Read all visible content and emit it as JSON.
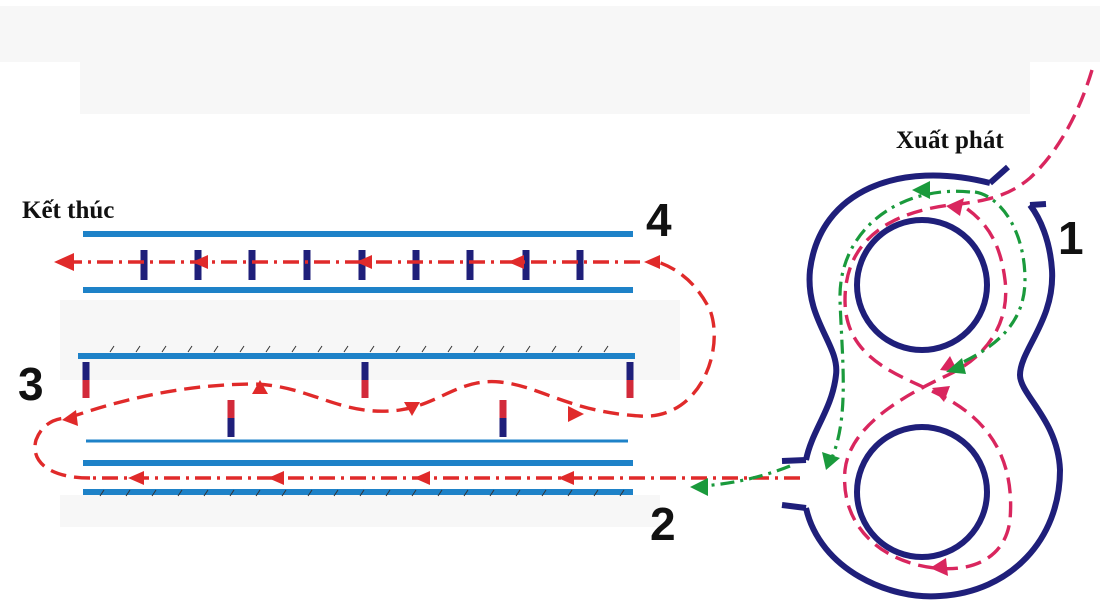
{
  "labels": {
    "start": "Xuất phát",
    "finish": "Kết thúc",
    "station_1": "1",
    "station_2": "2",
    "station_3": "3",
    "station_4": "4"
  },
  "colors": {
    "rod": "#1e82c8",
    "track": "#1f1f7a",
    "route_red": "#e02a2a",
    "route_pink": "#d9265e",
    "route_green": "#1a9a3c",
    "post_top": "#d22a3a",
    "post_bottom": "#1f1f7a"
  }
}
